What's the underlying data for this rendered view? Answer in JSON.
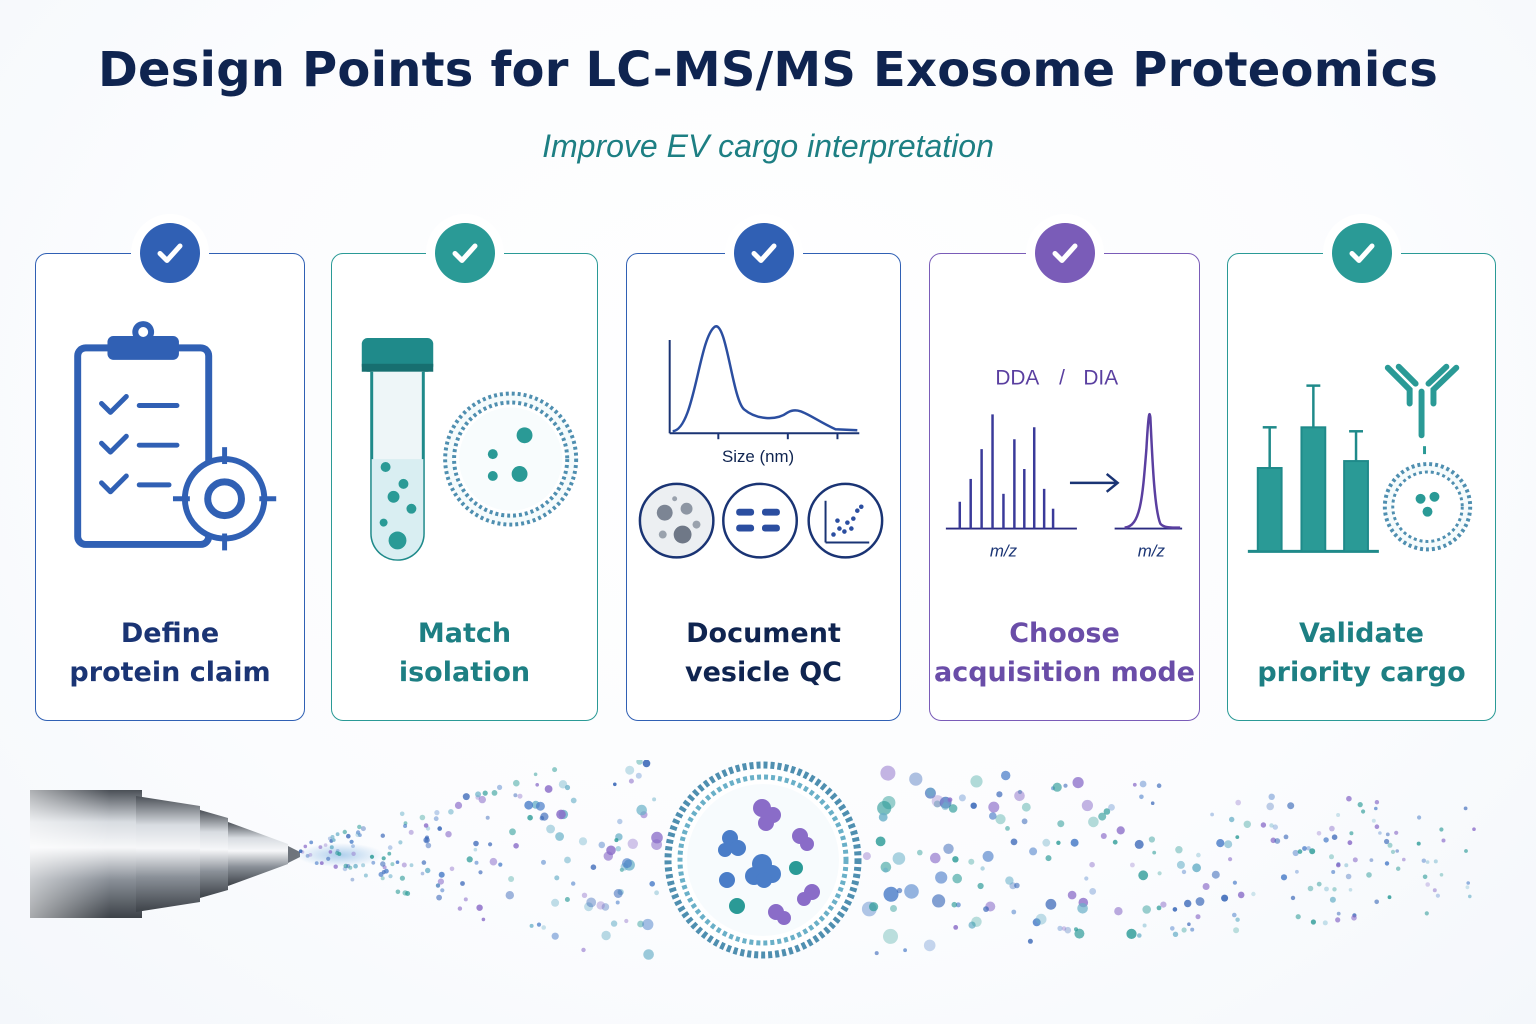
{
  "header": {
    "title": "Design Points for LC-MS/MS Exosome Proteomics",
    "subtitle": "Improve EV cargo interpretation"
  },
  "colors": {
    "navy": "#0f2450",
    "blue": "#3060b4",
    "teal": "#2a9a96",
    "purple": "#7a5cb8",
    "subtitle_teal": "#1d7f83"
  },
  "cards": [
    {
      "badge_icon": "check-icon",
      "illustration": "clipboard-target",
      "label_line1": "Define",
      "label_line2": "protein claim",
      "accent": "#3060b4",
      "text_color": "#1a3474"
    },
    {
      "badge_icon": "check-icon",
      "illustration": "test-tube-vesicle",
      "label_line1": "Match",
      "label_line2": "isolation",
      "accent": "#2a9a96",
      "text_color": "#1d7f83"
    },
    {
      "badge_icon": "check-icon",
      "illustration": "size-distribution-qc",
      "label_line1": "Document",
      "label_line2": "vesicle QC",
      "accent": "#3060b4",
      "text_color": "#0f2450",
      "plot_xlabel": "Size (nm)"
    },
    {
      "badge_icon": "check-icon",
      "illustration": "mass-spectra",
      "label_line1": "Choose",
      "label_line2": "acquisition mode",
      "accent": "#7a5cb8",
      "text_color": "#6a4da8",
      "mode_dda": "DDA",
      "mode_separator": "/",
      "mode_dia": "DIA",
      "xlabel_left": "m/z",
      "xlabel_right": "m/z"
    },
    {
      "badge_icon": "check-icon",
      "illustration": "bar-chart-antibody",
      "label_line1": "Validate",
      "label_line2": "priority cargo",
      "accent": "#2a9a96",
      "text_color": "#1d7f83"
    }
  ],
  "bottom_scene": {
    "elements": [
      "electrospray-nozzle-icon",
      "exosome-icon",
      "droplet-spray"
    ]
  }
}
